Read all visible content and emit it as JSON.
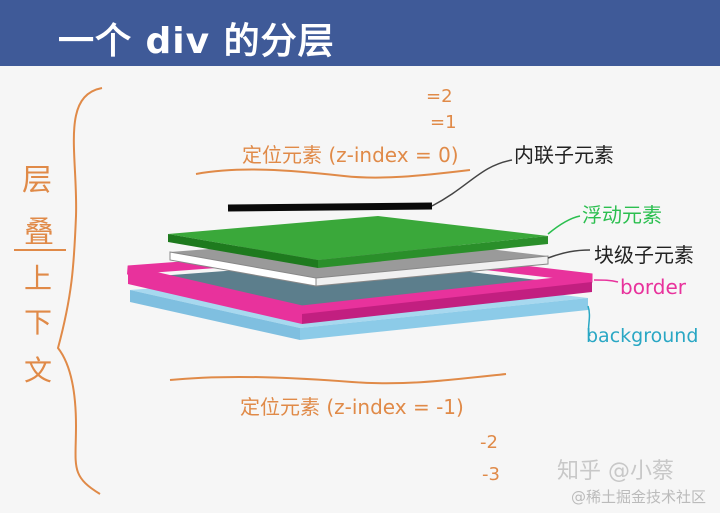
{
  "header": {
    "title": "一个 div 的分层"
  },
  "left_brace_label": [
    "层",
    "叠",
    "上",
    "下",
    "文"
  ],
  "top_labels": {
    "eq2": "=2",
    "eq1": "=1",
    "positioned_zero": "定位元素 (z-index = 0)"
  },
  "bottom_labels": {
    "positioned_neg1": "定位元素 (z-index = -1)",
    "neg2": "-2",
    "neg3": "-3"
  },
  "layer_labels": {
    "inline": "内联子元素",
    "float": "浮动元素",
    "block": "块级子元素",
    "border": "border",
    "background": "background"
  },
  "colors": {
    "header": "#3f5a98",
    "handwriting": "#e08a48",
    "green_layer": "#3aa83a",
    "gray_layer": "#9a9a9a",
    "pink_border": "#e8329c",
    "slate_layer": "#5c7e8c",
    "blue_layer": "#8ccbe8",
    "label_green": "#2bbf4f",
    "label_pink": "#e8329c",
    "label_cyan": "#29a7c4"
  },
  "watermark": {
    "line1": "知乎 @小蔡",
    "line2": "@稀土掘金技术社区"
  }
}
